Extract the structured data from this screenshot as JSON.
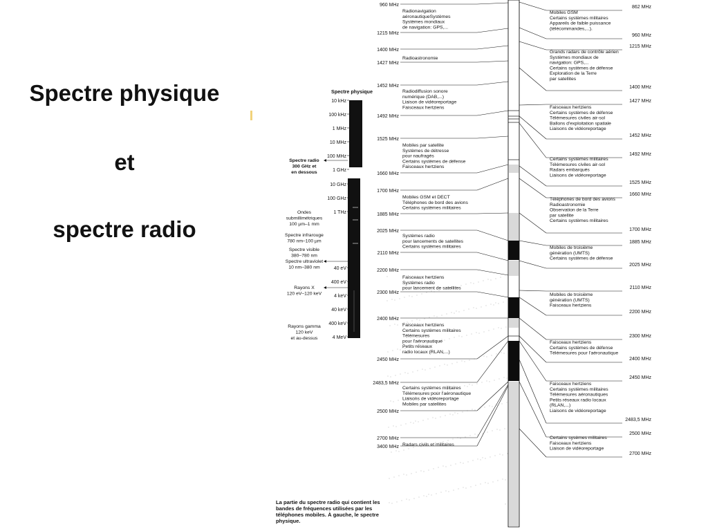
{
  "slide": {
    "title_line1": "Spectre physique",
    "title_line2": "et",
    "title_line3": "spectre radio"
  },
  "physical_spectrum": {
    "header": "Spectre physique",
    "ticks": [
      "10 kHz",
      "100 kHz",
      "1 MHz",
      "10 MHz",
      "100 MHz",
      "1 GHz",
      "10 GHz",
      "100 GHz",
      "1 THz",
      "40 eV",
      "400 eV",
      "4 keV",
      "40 keV",
      "400 keV",
      "4 MeV"
    ],
    "side_labels": [
      {
        "lines": [
          "Spectre radio",
          "300 GHz et",
          "en dessous"
        ]
      },
      {
        "lines": [
          "Ondes",
          "submillimétriques",
          "100 µm–1 mm"
        ]
      },
      {
        "lines": [
          "Spectre infrarouge",
          "780 nm–100 µm"
        ]
      },
      {
        "lines": [
          "Spectre visible",
          "380–780 nm"
        ]
      },
      {
        "lines": [
          "Spectre ultraviolet",
          "10 nm–380 nm"
        ]
      },
      {
        "lines": [
          "Rayons X",
          "120 eV–120 keV"
        ]
      },
      {
        "lines": [
          "Rayons gamma",
          "120 keV",
          "et au-dessus"
        ]
      }
    ]
  },
  "left_freq_labels": [
    "960 MHz",
    "1215 MHz",
    "1400 MHz",
    "1427 MHz",
    "1452 MHz",
    "1492 MHz",
    "1525 MHz",
    "1660 MHz",
    "1700 MHz",
    "1885 MHz",
    "2025 MHz",
    "2110 MHz",
    "2200 MHz",
    "2300 MHz",
    "2400 MHz",
    "2450 MHz",
    "2483,5 MHz",
    "2500 MHz",
    "2700 MHz",
    "3400 MHz"
  ],
  "right_freq_labels": [
    "862 MHz",
    "960 MHz",
    "1215 MHz",
    "1400 MHz",
    "1427 MHz",
    "1452 MHz",
    "1492 MHz",
    "1525 MHz",
    "1660 MHz",
    "1700 MHz",
    "1885 MHz",
    "2025 MHz",
    "2110 MHz",
    "2200 MHz",
    "2300 MHz",
    "2400 MHz",
    "2450 MHz",
    "2483,5 MHz",
    "2500 MHz",
    "2700 MHz"
  ],
  "left_descriptions": [
    {
      "lines": [
        "Radionavigation",
        "aéronautiqueSystèmes",
        "Systèmes mondiaux",
        "de navigation: GPS,..."
      ]
    },
    {
      "lines": [
        "Radioastronomie"
      ]
    },
    {
      "lines": [
        "Radiodiffusion sonore",
        "numérique (DAB,...)",
        "Liaison de vidéoreportage",
        "Faisceaux hertziens"
      ]
    },
    {
      "lines": [
        "Mobiles par satellite",
        "Systèmes de détresse",
        "pour naufragés",
        "Certains systèmes de défense",
        "Faisceaux hertziens"
      ]
    },
    {
      "lines": [
        "Mobiles GSM et DECT",
        "Téléphones de bord des avions",
        "Certains systèmes militaires"
      ]
    },
    {
      "lines": [
        "Systèmes radio",
        "pour lancements de satellites",
        "Certains systèmes militaires"
      ]
    },
    {
      "lines": [
        "Faisceaux hertziens",
        "Systèmes radio",
        "pour lancement de satellites"
      ]
    },
    {
      "lines": [
        "Faisceaux hertziens",
        "Certains systèmes militaires",
        "Télémesures",
        "pour l'aéronautique",
        "Petits réseaux",
        "radio locaux (RLAN,...)"
      ]
    },
    {
      "lines": [
        "Certains systèmes militaires",
        "Télémesures pour l'aéronautique",
        "Liaisons de vidéoreportage",
        "Mobiles par satellites"
      ]
    },
    {
      "lines": [
        "Radars civils et militaires"
      ]
    }
  ],
  "right_descriptions": [
    {
      "lines": [
        "Mobiles GSM",
        "Certains systèmes militaires",
        "Appareils de faible puissance",
        "(télécommandes,...)."
      ]
    },
    {
      "lines": [
        "Grands radars de contrôle aérien",
        "Systèmes mondiaux de",
        "navigation: GPS,...",
        "Certains systèmes de défense",
        "Exploration de la Terre",
        "par satellites"
      ]
    },
    {
      "lines": [
        "Faisceaux hertziens",
        "Certains systèmes de défense",
        "Télémesures civiles air-sol",
        "Ballons d'exploitation spatiale",
        "Liaisons de vidéoreportage"
      ]
    },
    {
      "lines": [
        "Certains systèmes militaires",
        "Télémesures civiles air-sol",
        "Radars embarqués",
        "Liaisons de vidéoreportage"
      ]
    },
    {
      "lines": [
        "Téléphones de bord des avions",
        "Radioastronomie",
        "Observation de la Terre",
        "par satellite",
        "Certains systèmes militaires"
      ]
    },
    {
      "lines": [
        "Mobiles de troisième",
        "génération (UMTS)",
        "Certains systèmes de défense"
      ]
    },
    {
      "lines": [
        "Mobiles de troisième",
        "génération (UMTS)",
        "Faisceaux hertziens"
      ]
    },
    {
      "lines": [
        "Faisceaux hertziens",
        "Certains systèmes de défense",
        "Télémesures pour l'aéronautique"
      ]
    },
    {
      "lines": [
        "Faisceaux hertziens",
        "Certains systèmes militaires",
        "Télémesures aéronautiques",
        "Petits réseaux radio locaux",
        "(RLAN,...)",
        "Liaisons de vidéoreportage"
      ]
    },
    {
      "lines": [
        "Certains sysèmes militaires",
        "Faisceaux hertziens",
        "Liaison de vidéoreportage"
      ]
    }
  ],
  "caption": {
    "lines": [
      "La partie du spectre radio qui contient les",
      "bandes de fréquences utilisées par les",
      "téléphones mobiles. À gauche, le spectre",
      "physique."
    ]
  }
}
